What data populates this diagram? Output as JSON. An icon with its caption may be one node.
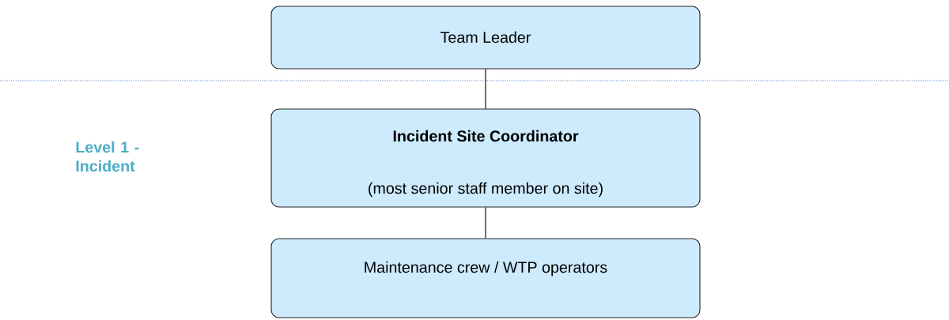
{
  "diagram": {
    "nodes": [
      {
        "text": [
          "Team Leader"
        ]
      },
      {
        "text": [
          "Incident Site Coordinator",
          "(most senior staff member on site)"
        ]
      },
      {
        "text": [
          "Maintenance crew / WTP operators"
        ]
      }
    ],
    "edges": [
      {
        "from": 0,
        "to": 1,
        "arrow": "none"
      },
      {
        "from": 1,
        "to": 2,
        "arrow": "none"
      }
    ],
    "labels": [
      "Level 1 - Incident"
    ]
  }
}
